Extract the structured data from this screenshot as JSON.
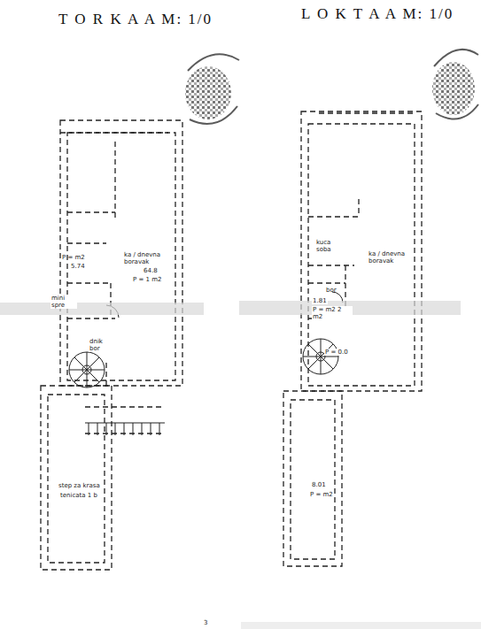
{
  "diagram": {
    "labels": [
      "T O R K A A M: 1/0",
      "P = m2",
      "5.74",
      "ka / dnevna boravak",
      "64.8",
      "P = 1 m2",
      "mini spre",
      "dnik bor",
      "step za krasa",
      "tenicata 1 b",
      "L O K T A A M: 1/0",
      "kuca soba",
      "ka / dnevna boravak",
      "bor",
      "1.81",
      "P = m2 2 m2",
      "P = 0.0",
      "8.01",
      "P = m2",
      "3"
    ]
  }
}
